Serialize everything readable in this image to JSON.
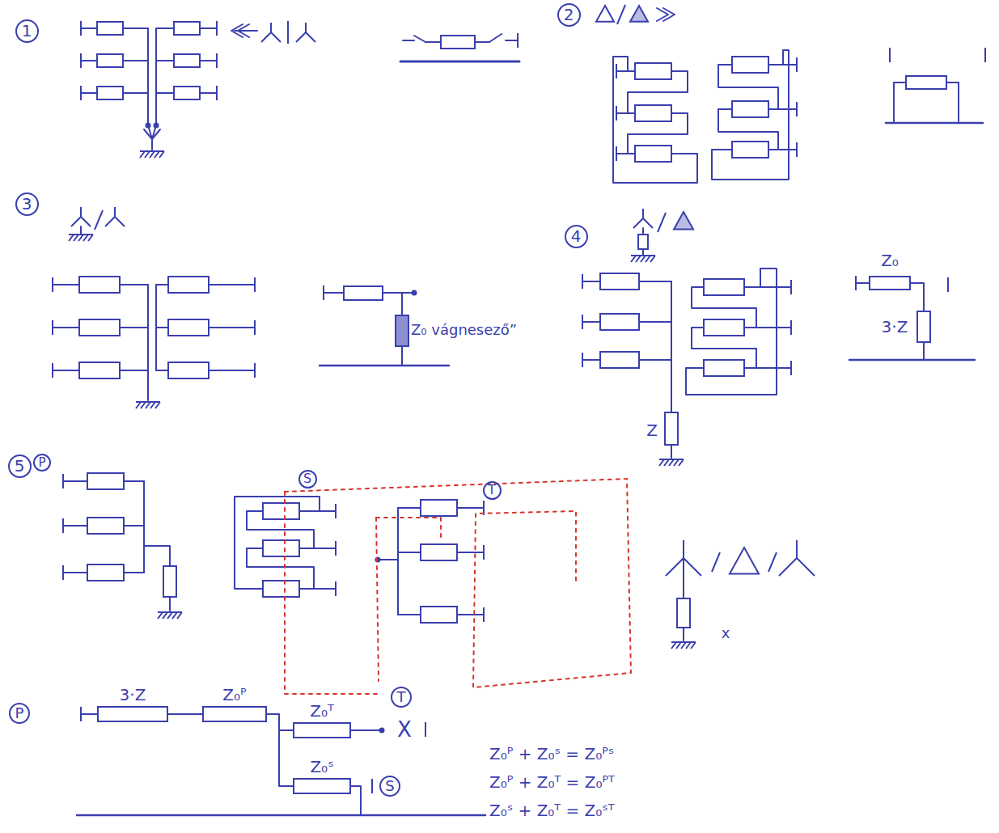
{
  "diagram": {
    "nodes": [
      {
        "text": [
          "3·Z"
        ]
      },
      {
        "text": [
          "Z₀ᴾ"
        ]
      },
      {
        "text": [
          "Z₀ᵀ"
        ]
      },
      {
        "text": [
          "Z₀ˢ"
        ]
      }
    ],
    "edges": [
      {
        "from": 0,
        "to": 1,
        "arrow": "none"
      },
      {
        "from": 1,
        "to": 2,
        "arrow": "none"
      },
      {
        "from": 1,
        "to": 3,
        "arrow": "none"
      }
    ],
    "labels": [
      "1",
      "2",
      "3",
      "4",
      "5",
      "P",
      "S",
      "T",
      "Z₀ vágnesező”",
      "Z₀",
      "3·Z",
      "Z",
      "x",
      "P",
      "T",
      "X",
      "S",
      "Z₀ᴾ + Z₀ˢ = Z₀ᴾˢ",
      "Z₀ᴾ + Z₀ᵀ = Z₀ᴾᵀ",
      "Z₀ˢ + Z₀ᵀ = Z₀ˢᵀ"
    ]
  }
}
